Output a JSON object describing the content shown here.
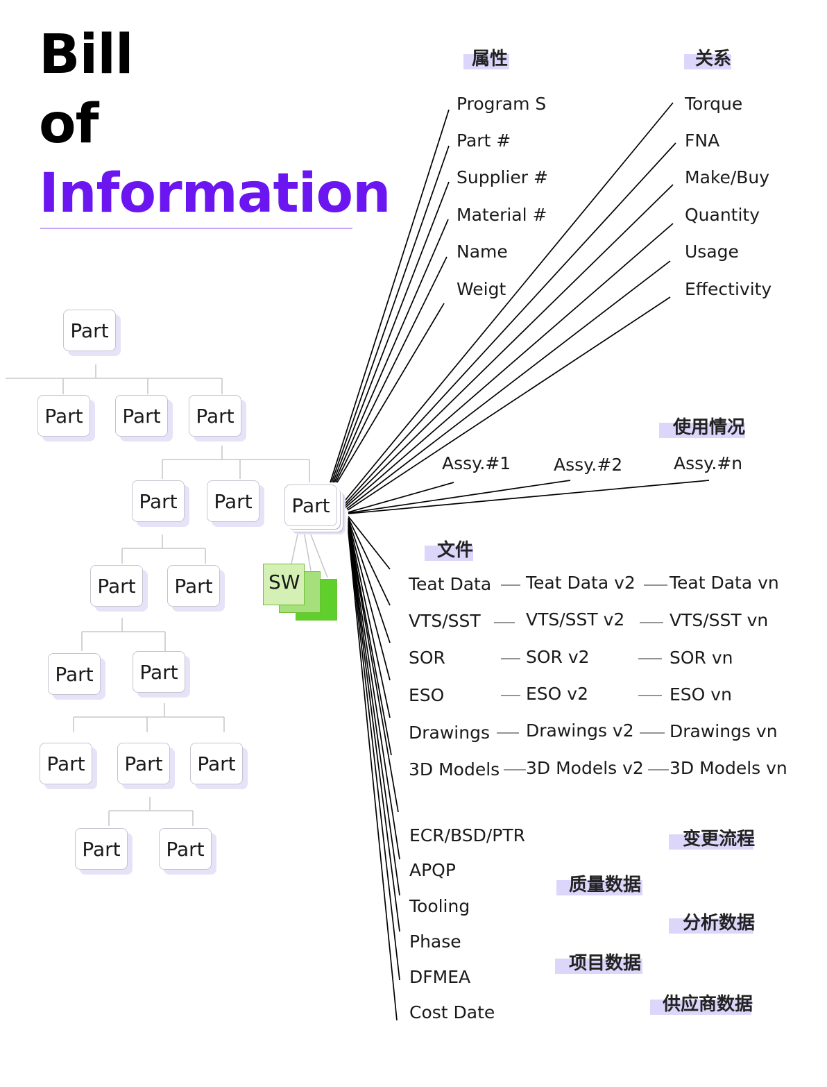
{
  "title": {
    "line1": "Bill",
    "line2": "of",
    "line3": "Information",
    "accent_color": "#6b16f0"
  },
  "tree": {
    "part_label": "Part",
    "sw_label": "SW"
  },
  "headings": {
    "attributes": "属性",
    "relations": "关系",
    "usage": "使用情况",
    "files": "文件",
    "change": "变更流程",
    "quality": "质量数据",
    "analysis": "分析数据",
    "project": "项目数据",
    "supplier": "供应商数据"
  },
  "attributes": [
    "Program S",
    "Part #",
    "Supplier #",
    "Material #",
    "Name",
    "Weigt"
  ],
  "relations": [
    "Torque",
    "FNA",
    "Make/Buy",
    "Quantity",
    "Usage",
    "Effectivity"
  ],
  "assemblies": [
    "Assy.#1",
    "Assy.#2",
    "Assy.#n"
  ],
  "files": [
    [
      "Teat Data",
      "Teat Data v2",
      "Teat Data vn"
    ],
    [
      "VTS/SST",
      "VTS/SST v2",
      "VTS/SST vn"
    ],
    [
      "SOR",
      "SOR v2",
      "SOR vn"
    ],
    [
      "ESO",
      "ESO v2",
      "ESO vn"
    ],
    [
      "Drawings",
      "Drawings v2",
      "Drawings vn"
    ],
    [
      "3D Models",
      "3D Models v2",
      "3D Models vn"
    ]
  ],
  "other_data": [
    "ECR/BSD/PTR",
    "APQP",
    "Tooling",
    "Phase",
    "DFMEA",
    "Cost Date"
  ]
}
